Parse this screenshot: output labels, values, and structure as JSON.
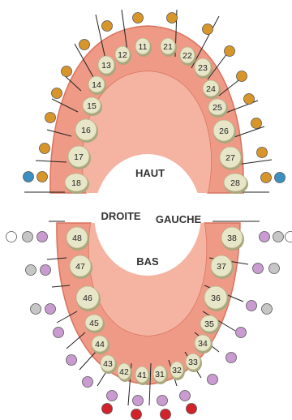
{
  "center_labels": {
    "top": "HAUT",
    "bottom": "BAS",
    "left": "DROITE",
    "right": "GAUCHE"
  },
  "colors": {
    "gum": "#ee9a86",
    "gum_dark": "#d9735f",
    "tooth": "#e8e6c8",
    "tooth_shadow": "#a9a77d",
    "orange": "#d8962a",
    "blue": "#3b8fc1",
    "purple": "#c99bd0",
    "gray": "#c6c6c6",
    "white": "#ffffff",
    "red": "#d3222a"
  },
  "upper_teeth": [
    "11",
    "12",
    "13",
    "14",
    "15",
    "16",
    "17",
    "18",
    "21",
    "22",
    "23",
    "24",
    "25",
    "26",
    "27",
    "28"
  ],
  "lower_teeth": [
    "31",
    "32",
    "33",
    "34",
    "35",
    "36",
    "37",
    "38",
    "41",
    "42",
    "43",
    "44",
    "45",
    "46",
    "47",
    "48"
  ]
}
